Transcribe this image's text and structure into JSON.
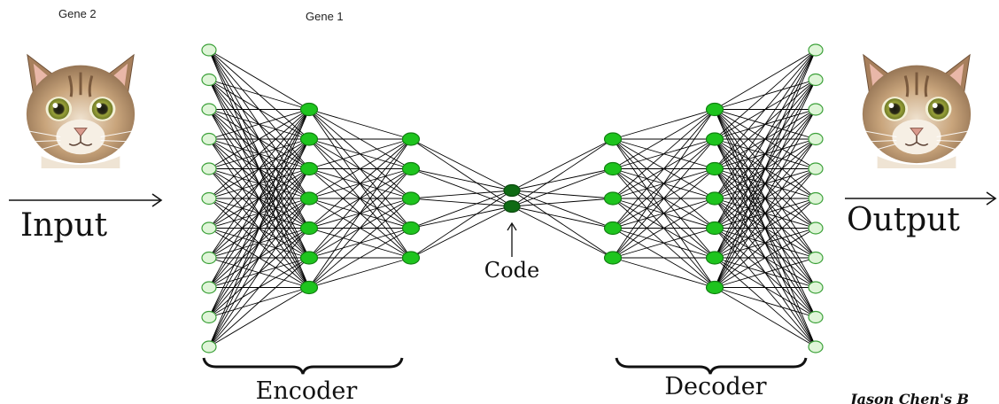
{
  "labels": {
    "gene_left": "Gene 2",
    "gene_center": "Gene 1",
    "input": "Input",
    "output": "Output",
    "code": "Code",
    "encoder": "Encoder",
    "decoder": "Decoder",
    "credit": "Jason Chen's B"
  },
  "network": {
    "layer_sizes": [
      11,
      7,
      5,
      2,
      5,
      7,
      11
    ],
    "colors": {
      "outer_fill": "#dff5d8",
      "outer_stroke": "#3da13a",
      "hidden_fill": "#1ec41e",
      "hidden_stroke": "#128012",
      "code_fill": "#0f6b14",
      "code_stroke": "#0a4a0e",
      "edge": "#000000"
    }
  },
  "images": {
    "input_image": "cat-face",
    "output_image": "cat-face"
  }
}
